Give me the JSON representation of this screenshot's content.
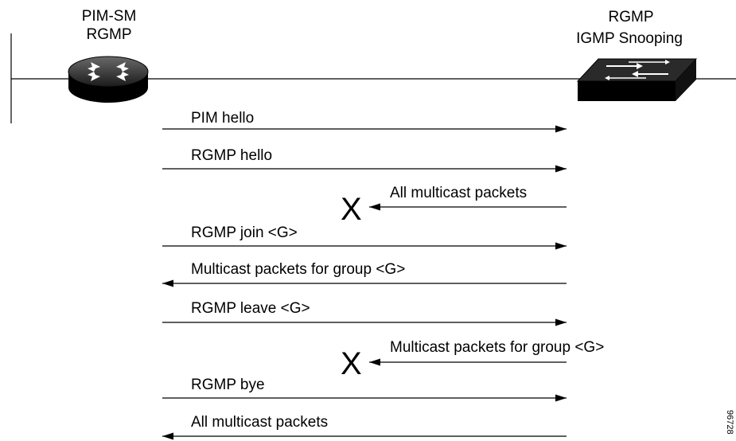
{
  "nodes": {
    "router": {
      "label_line1": "PIM-SM",
      "label_line2": "RGMP",
      "icon": "router-icon"
    },
    "switch": {
      "label_line1": "RGMP",
      "label_line2": "IGMP Snooping",
      "icon": "switch-icon"
    }
  },
  "messages": [
    {
      "label": "PIM hello",
      "direction": "right",
      "dropped": false
    },
    {
      "label": "RGMP hello",
      "direction": "right",
      "dropped": false
    },
    {
      "label": "All multicast packets",
      "direction": "left",
      "dropped": true
    },
    {
      "label": "RGMP join <G>",
      "direction": "right",
      "dropped": false
    },
    {
      "label": "Multicast packets for group <G>",
      "direction": "left",
      "dropped": false
    },
    {
      "label": "RGMP leave <G>",
      "direction": "right",
      "dropped": false
    },
    {
      "label": "Multicast packets for group <G>",
      "direction": "left",
      "dropped": true
    },
    {
      "label": "RGMP bye",
      "direction": "right",
      "dropped": false
    },
    {
      "label": "All multicast packets",
      "direction": "left",
      "dropped": false
    }
  ],
  "drop_marker": "X",
  "figure_id": "96728"
}
